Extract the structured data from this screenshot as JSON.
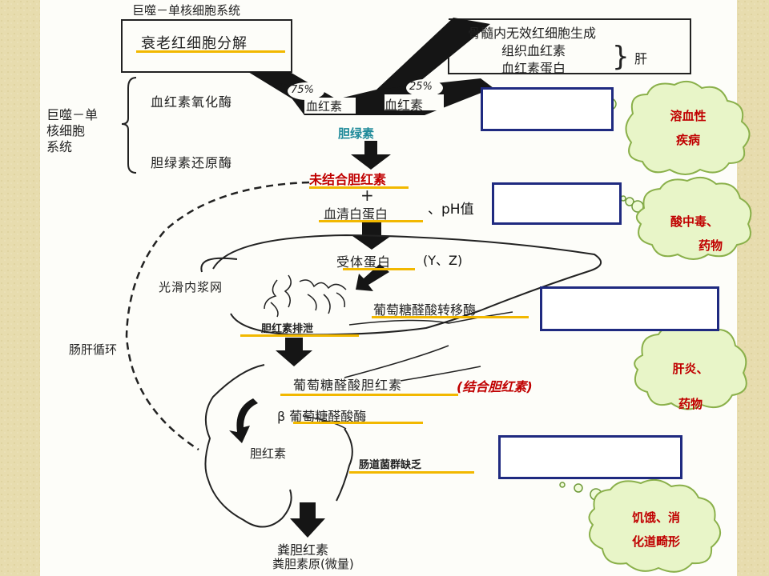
{
  "header": {
    "top": "巨噬－单核细胞系统"
  },
  "sources": {
    "left": "衰老红细胞分解",
    "right_1": "骨髓内无效红细胞生成",
    "right_2": "组织血红素",
    "right_3": "血红素蛋白",
    "right_brace": "}",
    "right_liver": "肝"
  },
  "funnel": {
    "pct_left": "75%",
    "pct_right": "25%",
    "heme_left": "血红素",
    "heme_right": "血红素"
  },
  "system": {
    "line1": "巨噬－单",
    "line2": "核细胞",
    "line3": "系统",
    "enzyme1": "血红素氧化酶",
    "enzyme2": "胆绿素还原酶"
  },
  "pathway": {
    "biliverdin": "胆绿素",
    "unconjugated": "未结合胆红素",
    "plus": "+",
    "albumin": "血清白蛋白",
    "albumin_suffix": "、pH值",
    "receptor": "受体蛋白",
    "receptor_suffix": "(Y、Z)",
    "ser": "光滑内浆网",
    "transferase": "葡萄糖醛酸转移酶",
    "excretion": "胆红素排泄",
    "cycle": "肠肝循环",
    "conjugated": "葡萄糖醛酸胆红素",
    "conjugated_note": "(结合胆红素)",
    "beta_enzyme": "β 葡萄糖醛酸酶",
    "bilirubin": "胆红素",
    "flora": "肠道菌群缺乏",
    "stool1": "粪胆红素",
    "stool2": "粪胆素原(微量)"
  },
  "clouds": {
    "c1_line1": "溶血性",
    "c1_line2": "疾病",
    "c2_line1": "酸中毒、",
    "c2_line2": "药物",
    "c3_line1": "肝炎、",
    "c3_line2": "药物",
    "c4_line1": "饥饿、消",
    "c4_line2": "化道畸形"
  },
  "colors": {
    "red": "#c00000",
    "teal": "#1f8a9a",
    "box_border": "#1f2a80",
    "underline": "#f2b800",
    "cloud_fill": "#e8f5c8",
    "cloud_stroke": "#8ab04a"
  }
}
